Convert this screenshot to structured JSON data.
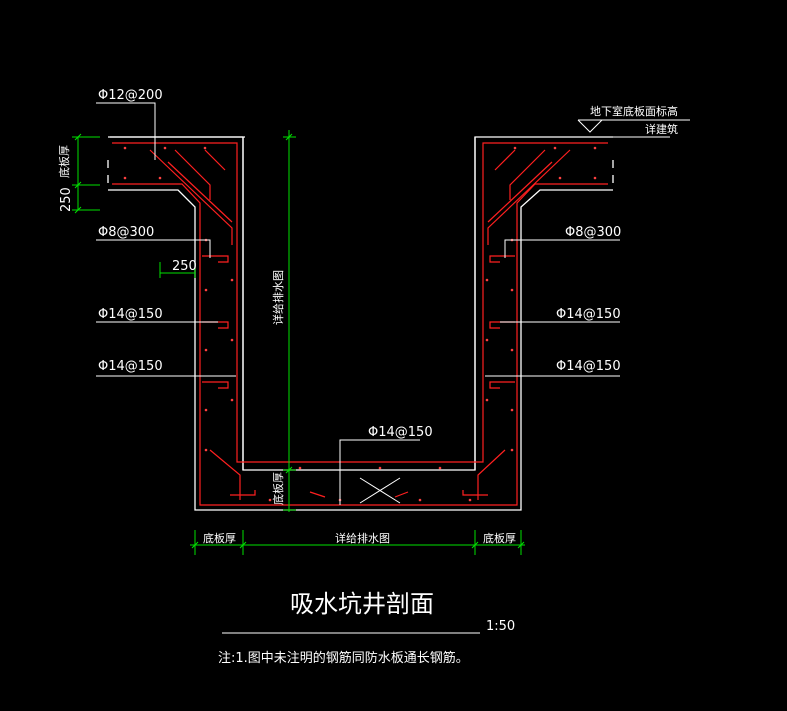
{
  "drawing": {
    "title": "吸水坑井剖面",
    "scale": "1:50",
    "note": "注:1.图中未注明的钢筋同防水板通长钢筋。",
    "colors": {
      "background": "#000000",
      "concrete_outline": "#ffffff",
      "rebar": "#ff2020",
      "dimension": "#00ff00",
      "text": "#ffffff"
    },
    "labels": {
      "top_left_rebar": "Φ12@200",
      "left_thickness_vertical": "底板厚",
      "left_dim_250": "250",
      "left_rebar_1": "Φ8@300",
      "left_rebar_2": "Φ14@150",
      "left_rebar_3": "Φ14@150",
      "offset_250": "250",
      "right_rebar_1": "Φ8@300",
      "right_rebar_2": "Φ14@150",
      "right_rebar_3": "Φ14@150",
      "bottom_rebar": "Φ14@150",
      "basement_floor_level": "地下室底板面标高",
      "see_architecture": "详建筑",
      "pit_depth_vertical": "详给排水图",
      "bottom_thickness_vertical": "底板厚",
      "bottom_dim_left": "底板厚",
      "bottom_dim_mid": "详给排水图",
      "bottom_dim_right": "底板厚"
    }
  }
}
